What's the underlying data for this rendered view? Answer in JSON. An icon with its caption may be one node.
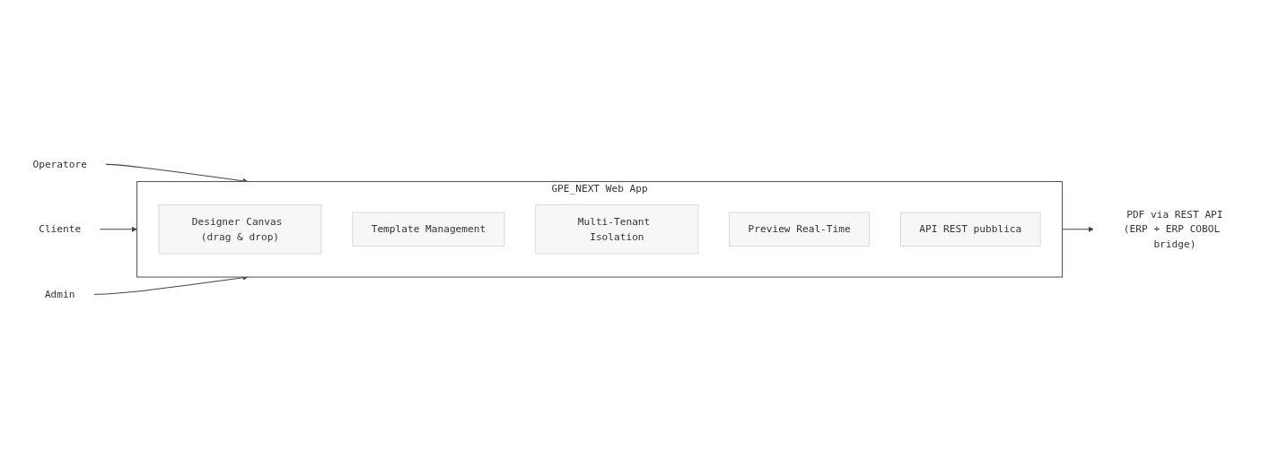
{
  "diagram": {
    "nodes": [
      {
        "text": [
          "GPE_NEXT Web App"
        ]
      },
      {
        "text": [
          "Designer Canvas (drag & drop)"
        ],
        "in": 0
      },
      {
        "text": [
          "Template Management"
        ],
        "in": 0
      },
      {
        "text": [
          "Multi-Tenant Isolation"
        ],
        "in": 0
      },
      {
        "text": [
          "Preview Real-Time"
        ],
        "in": 0
      },
      {
        "text": [
          "API REST pubblica"
        ],
        "in": 0
      },
      {
        "text": [
          "Operatore"
        ]
      },
      {
        "text": [
          "Cliente"
        ]
      },
      {
        "text": [
          "Admin"
        ]
      },
      {
        "text": [
          "PDF via REST API",
          "(ERP + ERP COBOL bridge)"
        ]
      }
    ],
    "edges": [
      {
        "from": 6,
        "to": 0,
        "arrow": "to"
      },
      {
        "from": 7,
        "to": 0,
        "arrow": "to"
      },
      {
        "from": 8,
        "to": 0,
        "arrow": "to"
      },
      {
        "from": 0,
        "to": 9,
        "arrow": "to"
      }
    ]
  }
}
